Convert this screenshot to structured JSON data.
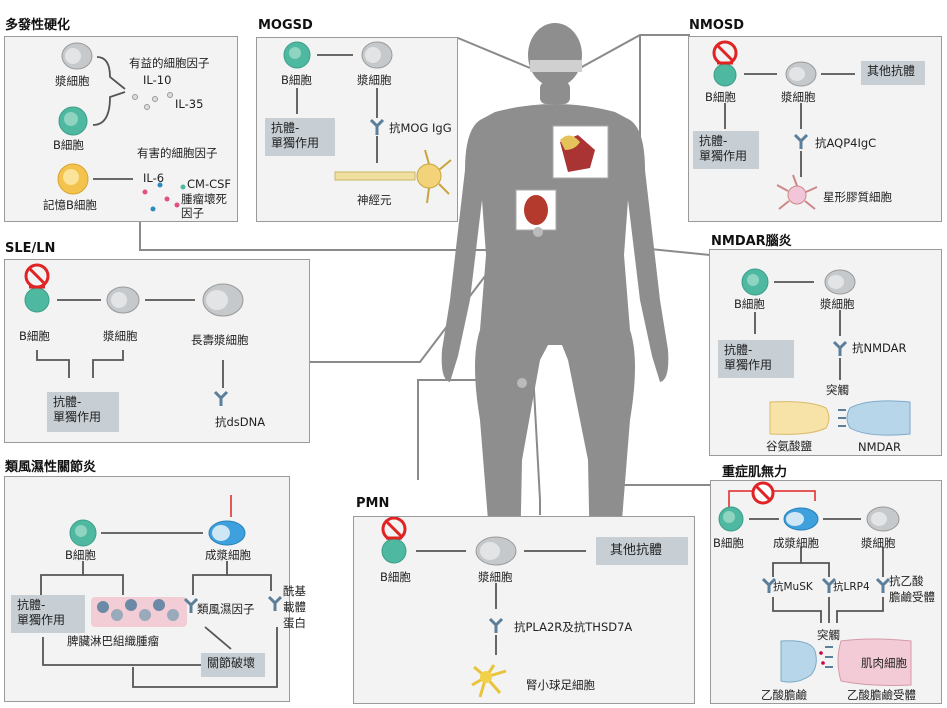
{
  "ms": {
    "title": "多發性硬化",
    "plasma_cell": "漿細胞",
    "b_cell": "B細胞",
    "memory_b_cell": "記憶B細胞",
    "beneficial": "有益的細胞因子",
    "il10": "IL-10",
    "il35": "IL-35",
    "harmful": "有害的細胞因子",
    "il6": "IL-6",
    "cmcsf": "CM-CSF",
    "tnf_1": "腫瘤壞死",
    "tnf_2": "因子"
  },
  "mogsd": {
    "title": "MOGSD",
    "b_cell": "B細胞",
    "plasma_cell": "漿細胞",
    "antibody_1": "抗體-",
    "antibody_2": "單獨作用",
    "anti_mog": "抗MOG IgG",
    "neuron": "神經元"
  },
  "nmosd": {
    "title": "NMOSD",
    "b_cell": "B細胞",
    "plasma_cell": "漿細胞",
    "other_ab": "其他抗體",
    "antibody_1": "抗體-",
    "antibody_2": "單獨作用",
    "anti_aqp4": "抗AQP4IgC",
    "astrocyte": "星形膠質細胞"
  },
  "sle": {
    "title": "SLE/LN",
    "b_cell": "B細胞",
    "plasma_cell": "漿細胞",
    "long_lived": "長壽漿細胞",
    "antibody_1": "抗體-",
    "antibody_2": "單獨作用",
    "anti_dsdna": "抗dsDNA"
  },
  "nmdar": {
    "title": "NMDAR腦炎",
    "b_cell": "B細胞",
    "plasma_cell": "漿細胞",
    "antibody_1": "抗體-",
    "antibody_2": "單獨作用",
    "anti_nmdar": "抗NMDAR",
    "synapse": "突觸",
    "glutamate": "谷氨酸鹽",
    "nmdar_receptor": "NMDAR"
  },
  "ra": {
    "title": "類風濕性關節炎",
    "b_cell": "B細胞",
    "plasmablast": "成漿細胞",
    "antibody_1": "抗體-",
    "antibody_2": "單獨作用",
    "lymphoma": "脾臟淋巴組織腫瘤",
    "rf": "類風濕因子",
    "acyl_1": "酰基",
    "acyl_2": "載體",
    "acyl_3": "蛋白",
    "joint": "關節破壞"
  },
  "pmn": {
    "title": "PMN",
    "b_cell": "B細胞",
    "plasma_cell": "漿細胞",
    "other_ab": "其他抗體",
    "anti_pla2r": "抗PLA2R及抗THSD7A",
    "podocyte": "腎小球足細胞"
  },
  "mg": {
    "title": "重症肌無力",
    "b_cell": "B細胞",
    "plasmablast": "成漿細胞",
    "plasma_cell": "漿細胞",
    "musk": "抗MuSK",
    "lrp4": "抗LRP4",
    "achr_ab_1": "抗乙酸",
    "achr_ab_2": "膽鹼受體",
    "synapse": "突觸",
    "muscle": "肌肉細胞",
    "ach": "乙酸膽鹼",
    "achr": "乙酸膽鹼受體"
  },
  "colors": {
    "panel_bg": "#f3f3f3",
    "teal_cell": "#4fb8a1",
    "memory_cell": "#f3c34e",
    "blue_cell": "#3ea0dd",
    "grey_cell": "#c6c9cc",
    "box": "#c7cfd5",
    "body": "#8e8e8e",
    "inhibit": "#e02424"
  }
}
